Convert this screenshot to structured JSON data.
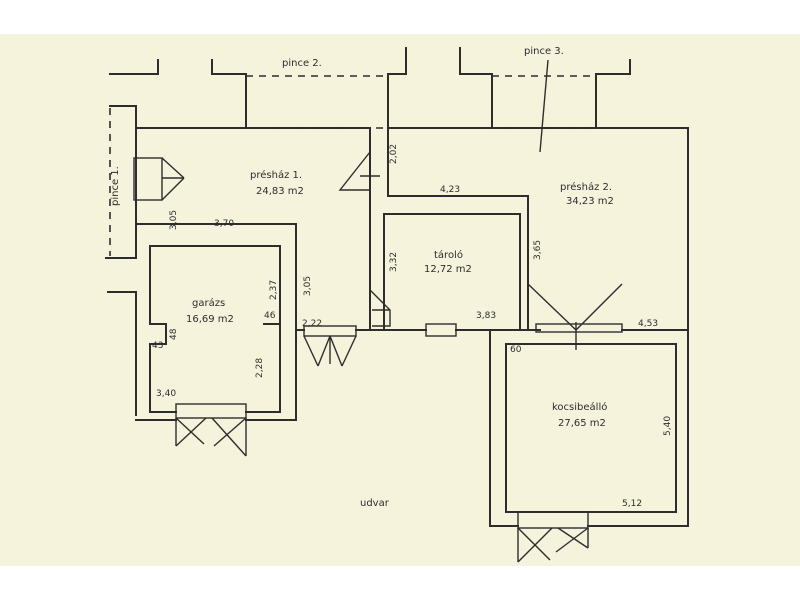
{
  "rooms": {
    "pince1": "pince 1.",
    "pince2": "pince 2.",
    "pince3": "pince 3.",
    "preshaz1_name": "présház 1.",
    "preshaz1_area": "24,83 m2",
    "preshaz2_name": "présház 2.",
    "preshaz2_area": "34,23 m2",
    "tarolo_name": "tároló",
    "tarolo_area": "12,72 m2",
    "garazs_name": "garázs",
    "garazs_area": "16,69 m2",
    "kocsibeallo_name": "kocsibeálló",
    "kocsibeallo_area": "27,65 m2",
    "udvar": "udvar"
  },
  "dimensions": {
    "d_305a": "3,05",
    "d_370": "3,70",
    "d_305b": "3,05",
    "d_222": "2,22",
    "d_237": "2,37",
    "d_46": "46",
    "d_48": "48",
    "d_43": "43",
    "d_228": "2,28",
    "d_340": "3,40",
    "d_202": "2,02",
    "d_423": "4,23",
    "d_332": "3,32",
    "d_365": "3,65",
    "d_383": "3,83",
    "d_453": "4,53",
    "d_60": "60",
    "d_540": "5,40",
    "d_512": "5,12"
  }
}
